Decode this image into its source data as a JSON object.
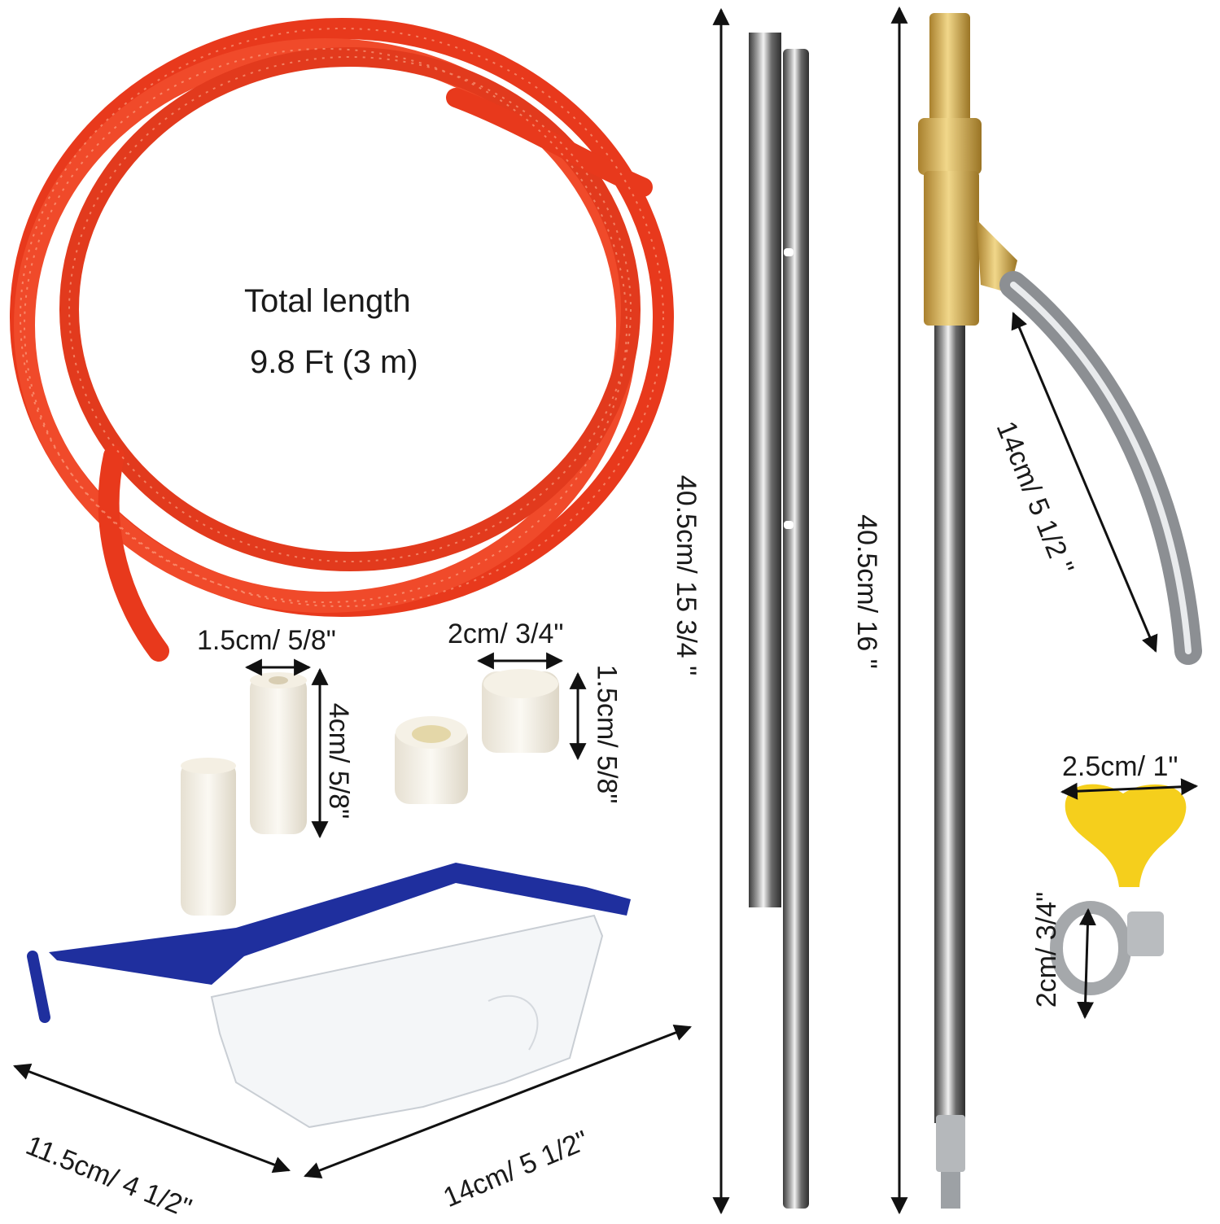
{
  "hose": {
    "title_line1": "Total length",
    "title_line2": "9.8 Ft (3 m)",
    "color": "#e8391c"
  },
  "nozzles_tall": {
    "width_label": "1.5cm/ 5/8\"",
    "height_label": "4cm/ 5/8\""
  },
  "nozzles_short": {
    "width_label": "2cm/ 3/4\"",
    "height_label": "1.5cm/ 5/8\""
  },
  "glasses": {
    "depth_label": "11.5cm/ 4 1/2\"",
    "width_label": "14cm/ 5 1/2\"",
    "frame_color": "#1f2f9e"
  },
  "rod_split": {
    "length_label": "40.5cm/ 15 3/4 \""
  },
  "rod_wand": {
    "length_label": "40.5cm/ 16 \"",
    "angle_tube_label": "14cm/ 5 1/2 \"",
    "brass_color": "#c9a44a"
  },
  "clamp": {
    "width_label": "2.5cm/ 1\"",
    "height_label": "2cm/ 3/4\"",
    "handle_color": "#f5cf1c"
  }
}
